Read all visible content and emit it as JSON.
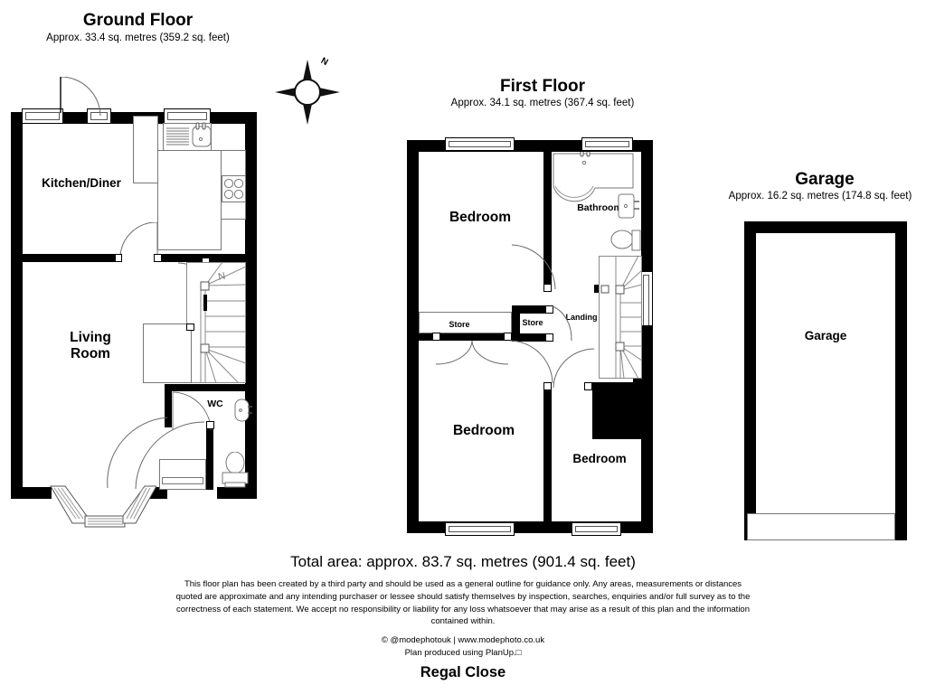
{
  "page": {
    "address": "Regal Close",
    "total_area": "Total area: approx. 83.7 sq. metres (901.4 sq. feet)",
    "disclaimer_line1": "This floor plan has been created by a third party and should be used as a general outline for guidance only. Any areas, measurements or distances",
    "disclaimer_line2": "quoted are approximate and any intending purchaser or lessee should satisfy themselves by inspection, searches, enquiries and/or full survey as to the",
    "disclaimer_line3": "correctness of each statement. We accept no responsibility or liability for any loss whatsoever that may arise as a result of this plan and the information",
    "disclaimer_line4": "contained within.",
    "credit_line1": "© @modephotouk | www.modephoto.co.uk",
    "credit_line2": "Plan produced using PlanUp.□"
  },
  "compass": {
    "north_label": "N"
  },
  "floors": [
    {
      "id": "ground",
      "title": "Ground Floor",
      "subtitle": "Approx. 33.4 sq. metres (359.2 sq. feet)",
      "rooms": [
        {
          "name": "kitchen-diner",
          "label": "Kitchen/Diner"
        },
        {
          "name": "living-room",
          "label_line1": "Living",
          "label_line2": "Room"
        },
        {
          "name": "wc",
          "label": "WC"
        }
      ]
    },
    {
      "id": "first",
      "title": "First Floor",
      "subtitle": "Approx. 34.1 sq. metres (367.4 sq. feet)",
      "rooms": [
        {
          "name": "bedroom-1",
          "label": "Bedroom"
        },
        {
          "name": "bathroom",
          "label": "Bathroom"
        },
        {
          "name": "store-1",
          "label": "Store"
        },
        {
          "name": "store-2",
          "label": "Store"
        },
        {
          "name": "landing",
          "label": "Landing"
        },
        {
          "name": "bedroom-2",
          "label": "Bedroom"
        },
        {
          "name": "bedroom-3",
          "label": "Bedroom"
        }
      ]
    },
    {
      "id": "garage",
      "title": "Garage",
      "subtitle": "Approx. 16.2 sq. metres (174.8 sq. feet)",
      "rooms": [
        {
          "name": "garage",
          "label": "Garage"
        }
      ]
    }
  ]
}
